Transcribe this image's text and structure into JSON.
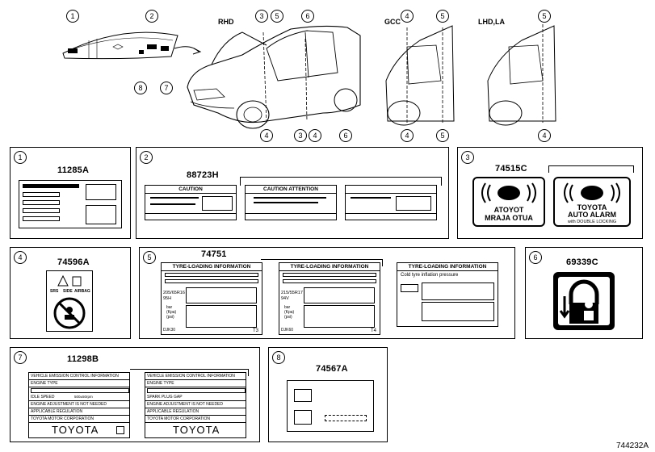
{
  "figure_code": "744232A",
  "overview": {
    "markets": {
      "rhd": "RHD",
      "gcc": "GCC",
      "lhd_la": "LHD,LA"
    },
    "callouts": [
      "1",
      "2",
      "3",
      "4",
      "5",
      "6",
      "7",
      "8"
    ]
  },
  "panels": [
    {
      "num": "1",
      "part": "11285A"
    },
    {
      "num": "2",
      "part": "88723H",
      "caution": "CAUTION",
      "caution_attention": "CAUTION  ATTENTION"
    },
    {
      "num": "3",
      "part": "74515C",
      "mirrored": "ATOYOT\nMRAJA OTUA",
      "alarm_title": "TOYOTA\nAUTO ALARM",
      "alarm_sub": "with DOUBLE LOCKING"
    },
    {
      "num": "4",
      "part": "74596A",
      "icons": [
        "SRS",
        "SIDE",
        "AIRBAG"
      ]
    },
    {
      "num": "5",
      "part": "74751",
      "tyre_title": "TYRE-LOADING INFORMATION",
      "cold": "Cold tyre inflation pressure",
      "sizes": [
        "205/65R16\n95H",
        "215/55R17\n94V"
      ],
      "unit": "bar\n(Kpa)\n(psi)",
      "codes": [
        "DJK30",
        "DJK60"
      ],
      "tags": [
        "T3",
        "T4"
      ]
    },
    {
      "num": "6",
      "part": "69339C"
    },
    {
      "num": "7",
      "part": "11298B",
      "label_a": {
        "title": "VEHICLE EMISSION CONTROL INFORMATION",
        "engine": "ENGINE TYPE",
        "idle": "IDLE SPEED",
        "idle_val": "500±50rpm",
        "adjust": "ENGINE ADJUSTMENT IS NOT NEEDED",
        "reg": "APPLICABLE REGULATION",
        "corp": "TOYOTA MOTOR CORPORATION",
        "brand": "TOYOTA"
      },
      "label_b": {
        "title": "VEHICLE EMISSION CONTROL INFORMATION",
        "engine": "ENGINE TYPE",
        "spark": "SPARK PLUG GAP",
        "adjust": "ENGINE ADJUSTMENT IS NOT NEEDED",
        "reg": "APPLICABLE REGULATION",
        "corp": "TOYOTA MOTOR CORPORATION",
        "brand": "TOYOTA"
      }
    },
    {
      "num": "8",
      "part": "74567A"
    }
  ]
}
